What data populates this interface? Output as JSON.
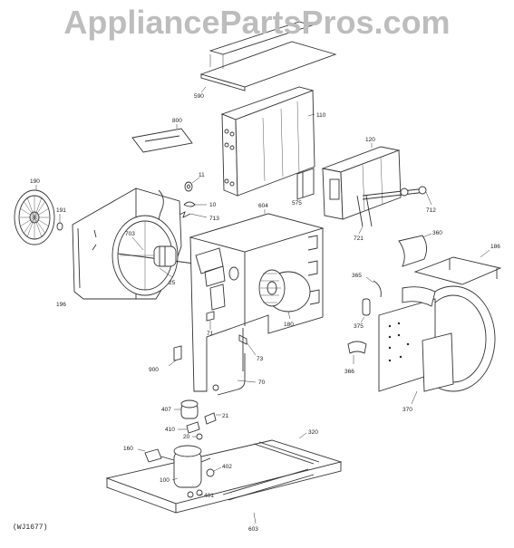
{
  "watermark": "AppliancePartsPros.com",
  "diagram_code": "(WJ1677)",
  "part_labels": {
    "p590": "590",
    "p110": "110",
    "p800": "800",
    "p11": "11",
    "p10": "10",
    "p713": "713",
    "p190": "190",
    "p191": "191",
    "p703": "703",
    "p25": "25",
    "p196": "196",
    "p604": "604",
    "p575": "575",
    "p120": "120",
    "p712": "712",
    "p721": "721",
    "p360": "360",
    "p186": "186",
    "p365": "365",
    "p375": "375",
    "p180": "180",
    "p71": "71",
    "p73": "73",
    "p900": "900",
    "p70": "70",
    "p366": "366",
    "p370": "370",
    "p407": "407",
    "p21": "21",
    "p410": "410",
    "p20": "20",
    "p320": "320",
    "p160": "160",
    "p402": "402",
    "p100": "100",
    "p401": "401",
    "p603": "603"
  }
}
